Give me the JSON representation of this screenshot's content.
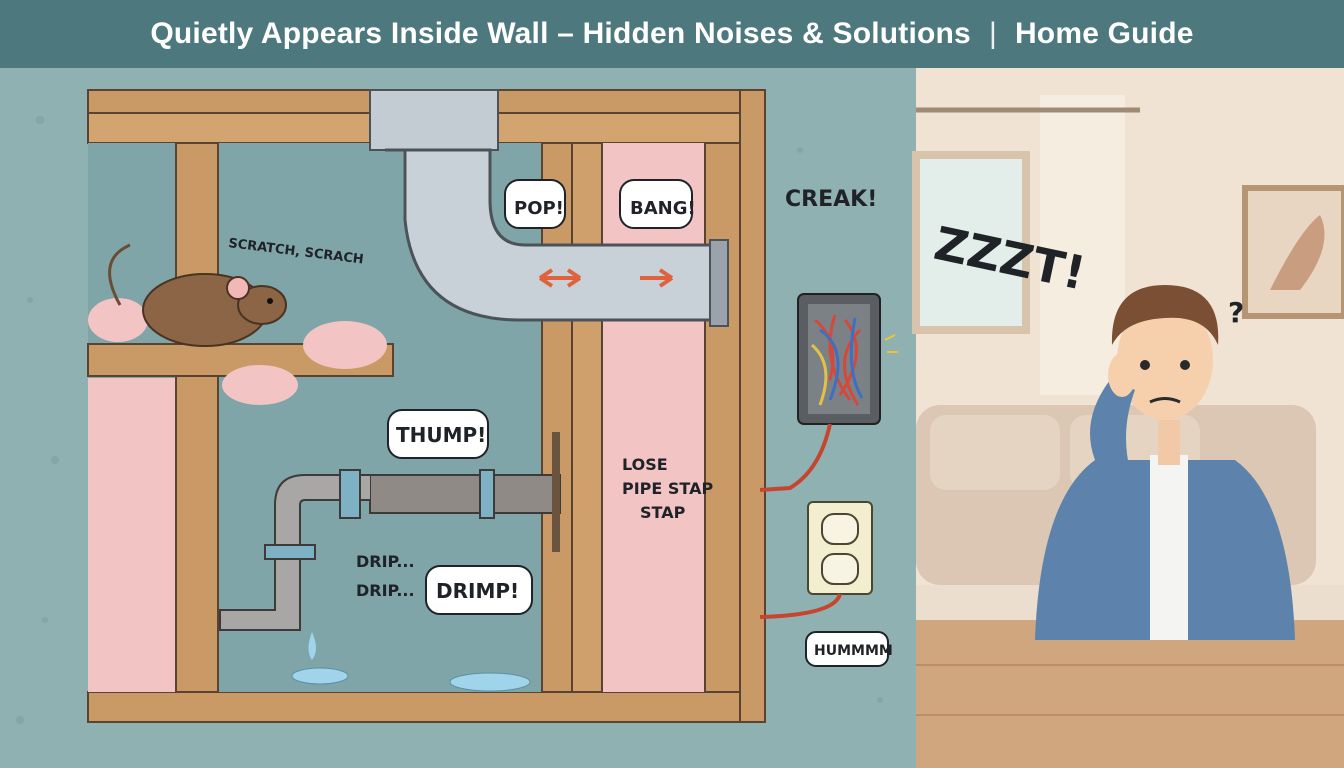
{
  "title": {
    "main": "Quietly Appears Inside Wall – Hidden Noises & Solutions",
    "separator": "|",
    "section": "Home Guide"
  },
  "labels": {
    "scratch": "SCRATCH, SCRACH",
    "pop": "POP!",
    "bang": "BANG!",
    "creak": "CREAK!",
    "zzzt": "ZZZT!",
    "question": "?",
    "thump": "THUMP!",
    "lose_line1": "LOSE",
    "lose_line2": "PIPE STAP",
    "lose_line3": "STAP",
    "drip_line1": "DRIP...",
    "drip_line2": "DRIP...",
    "drimp": "DRIMP!",
    "hummm": "HUMMMM"
  },
  "colors": {
    "title_bar": "#4d797e",
    "wall_bg": "#8fb1b2",
    "wood": "#c99a66",
    "insulation": "#f2c4c4",
    "room_wall": "#f1e3d3"
  }
}
